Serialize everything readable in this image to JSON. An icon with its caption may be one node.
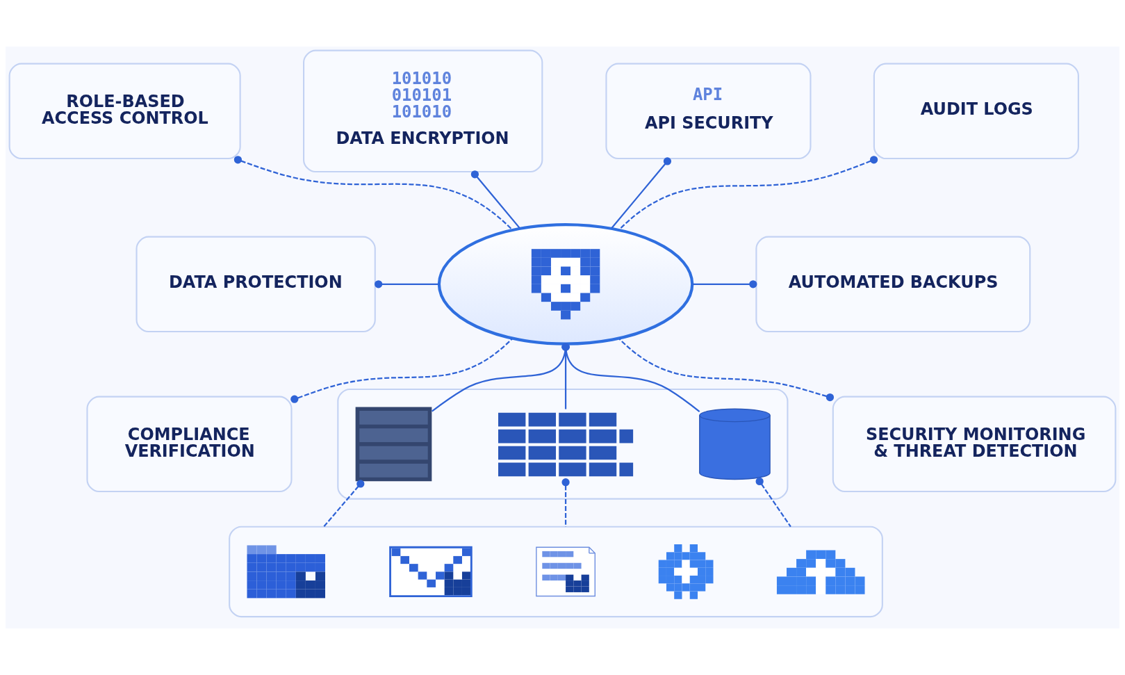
{
  "diagram": {
    "nodes": [
      {
        "text": [
          "ROLE-BASED ACCESS CONTROL"
        ]
      },
      {
        "text": [
          "101010 010101 101010",
          "DATA ENCRYPTION"
        ]
      },
      {
        "text": [
          "API",
          "API SECURITY"
        ]
      },
      {
        "text": [
          "AUDIT LOGS"
        ]
      },
      {
        "text": [],
        "shape": "cloud"
      },
      {
        "text": [
          "DATA PROTECTION"
        ]
      },
      {
        "text": [
          "AUTOMATED BACKUPS"
        ]
      },
      {
        "text": [
          "COMPLIANCE VERIFICATION"
        ]
      },
      {
        "text": [
          "SECURITY MONITORING & THREAT DETECTION"
        ]
      },
      {
        "text": [],
        "shape": "box"
      },
      {
        "text": [],
        "shape": "picture",
        "in": 9
      },
      {
        "text": [],
        "shape": "picture",
        "in": 9
      },
      {
        "text": [],
        "shape": "cylinder",
        "in": 9
      },
      {
        "text": [],
        "shape": "box"
      },
      {
        "text": [],
        "shape": "picture",
        "in": 13
      },
      {
        "text": [],
        "shape": "picture",
        "in": 13
      },
      {
        "text": [],
        "shape": "picture",
        "in": 13
      },
      {
        "text": [],
        "shape": "picture",
        "in": 13
      },
      {
        "text": [],
        "shape": "picture",
        "in": 13
      }
    ],
    "edges": [
      {
        "from": 0,
        "to": 4,
        "arrow": "other",
        "style": "dashed"
      },
      {
        "from": 1,
        "to": 4,
        "arrow": "other"
      },
      {
        "from": 2,
        "to": 4,
        "arrow": "other"
      },
      {
        "from": 3,
        "to": 4,
        "arrow": "other",
        "style": "dashed"
      },
      {
        "from": 5,
        "to": 4,
        "arrow": "other"
      },
      {
        "from": 6,
        "to": 4,
        "arrow": "other"
      },
      {
        "from": 7,
        "to": 4,
        "arrow": "other",
        "style": "dashed"
      },
      {
        "from": 8,
        "to": 4,
        "arrow": "other",
        "style": "dashed"
      },
      {
        "from": 4,
        "to": 10,
        "arrow": "other"
      },
      {
        "from": 4,
        "to": 11,
        "arrow": "other"
      },
      {
        "from": 4,
        "to": 12,
        "arrow": "other"
      },
      {
        "from": 10,
        "to": 13,
        "arrow": "other",
        "style": "dashed"
      },
      {
        "from": 11,
        "to": 13,
        "arrow": "other",
        "style": "dashed"
      },
      {
        "from": 12,
        "to": 13,
        "arrow": "other",
        "style": "dashed"
      }
    ]
  }
}
